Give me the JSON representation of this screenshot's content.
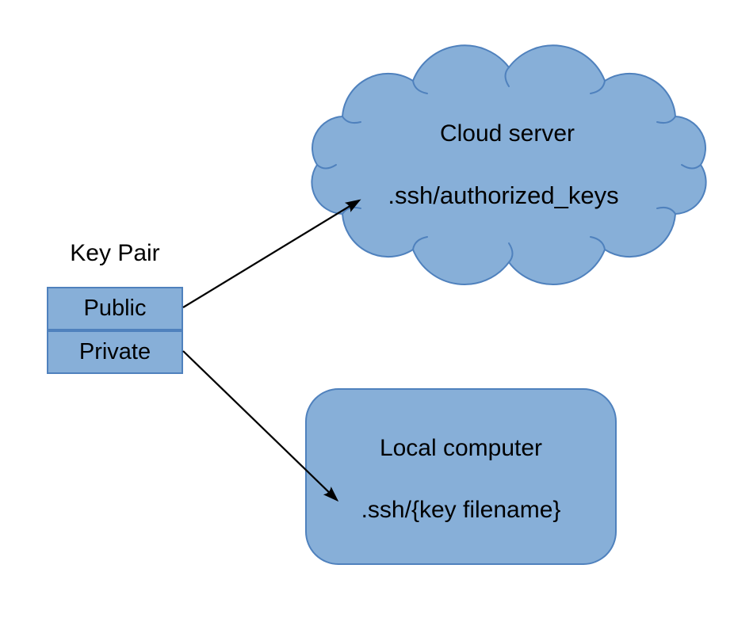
{
  "diagram": {
    "key_pair": {
      "title": "Key Pair",
      "public_label": "Public",
      "private_label": "Private"
    },
    "cloud_server": {
      "title": "Cloud server",
      "path": ".ssh/authorized_keys"
    },
    "local_computer": {
      "title": "Local computer",
      "path": ".ssh/{key filename}"
    },
    "arrows": [
      {
        "from": "Public",
        "to": "Cloud server .ssh/authorized_keys"
      },
      {
        "from": "Private",
        "to": "Local computer .ssh/{key filename}"
      }
    ],
    "colors": {
      "shape_fill": "#87AFD8",
      "shape_border": "#4F81BD",
      "arrow": "#000000",
      "text": "#000000",
      "background": "#FFFFFF"
    }
  }
}
